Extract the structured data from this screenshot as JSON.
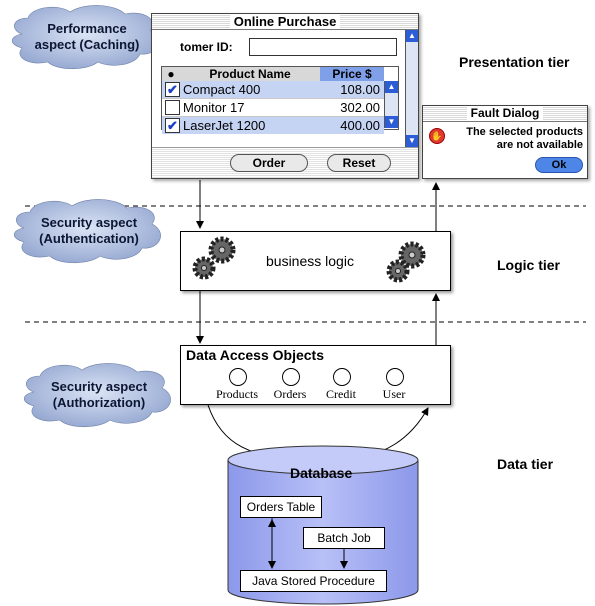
{
  "tiers": {
    "presentation": "Presentation tier",
    "logic": "Logic tier",
    "data": "Data tier"
  },
  "aspects": {
    "caching": "Performance\naspect (Caching)",
    "authentication": "Security aspect\n(Authentication)",
    "authorization": "Security aspect\n(Authorization)"
  },
  "purchase_window": {
    "title": "Online Purchase",
    "customer_id_label": "tomer ID:",
    "customer_id_value": "",
    "columns": [
      "●",
      "Product Name",
      "Price $"
    ],
    "rows": [
      {
        "checked": true,
        "product": "Compact 400",
        "price": "108.00"
      },
      {
        "checked": false,
        "product": "Monitor 17",
        "price": "302.00"
      },
      {
        "checked": true,
        "product": "LaserJet 1200",
        "price": "400.00"
      }
    ],
    "order_label": "Order",
    "reset_label": "Reset"
  },
  "fault_dialog": {
    "title": "Fault Dialog",
    "message_line1": "The selected products",
    "message_line2": "are not available",
    "ok_label": "Ok"
  },
  "business_logic": "business logic",
  "dao": {
    "title": "Data Access Objects",
    "items": [
      "Products",
      "Orders",
      "Credit",
      "User"
    ]
  },
  "database": {
    "title": "Database",
    "orders_table": "Orders Table",
    "batch_job": "Batch Job",
    "stored_procedure": "Java Stored Procedure"
  },
  "colors": {
    "cloud_fill": "#a9b9db",
    "database_fill": "#9ea9f2",
    "selection": "#c6d4f3",
    "price_header": "#7fa0e8",
    "scroll_arrow": "#2d5dd6"
  }
}
